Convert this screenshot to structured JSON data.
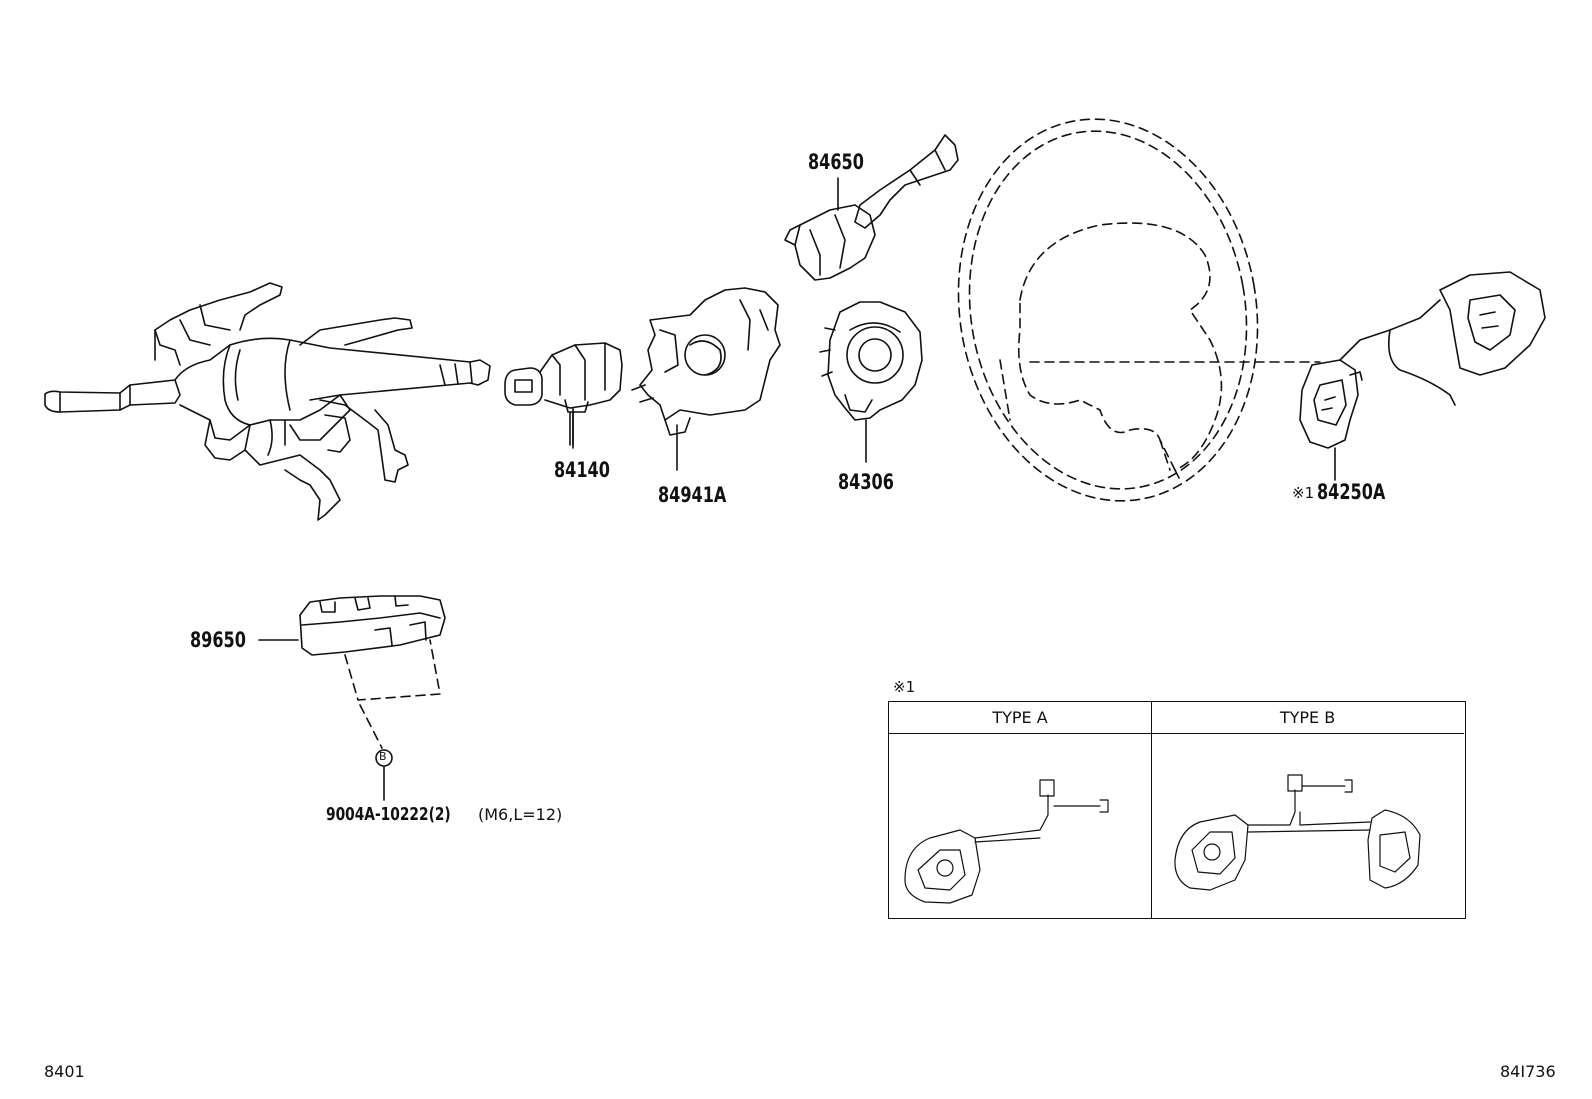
{
  "parts": {
    "p84650": "84650",
    "p84140": "84140",
    "p84941A": "84941A",
    "p84306": "84306",
    "p84250A": "84250A",
    "p84250A_note": "※1",
    "p89650": "89650",
    "bolt_circle": "B",
    "bolt_part": "9004A-10222(2)",
    "bolt_spec": "(M6,L=12)"
  },
  "inset": {
    "note": "※1",
    "type_a": "TYPE A",
    "type_b": "TYPE B"
  },
  "footer": {
    "left_code": "8401",
    "right_code": "84I736"
  }
}
